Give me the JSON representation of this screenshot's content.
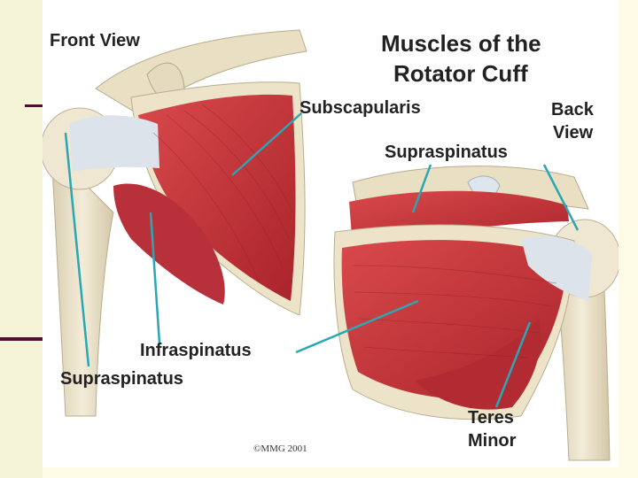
{
  "illustration": {
    "title_line1": "Muscles of the",
    "title_line2": "Rotator Cuff",
    "front_view": "Front View",
    "back_view_line1": "Back",
    "back_view_line2": "View",
    "labels": {
      "subscapularis": "Subscapularis",
      "supraspinatus_back": "Supraspinatus",
      "infraspinatus": "Infraspinatus",
      "supraspinatus_front": "Supraspinatus",
      "teres_minor_line1": "Teres",
      "teres_minor_line2": "Minor"
    },
    "copyright": "©MMG 2001"
  },
  "colors": {
    "slide_background": "#fdfbe6",
    "accent_bar": "#4a1230",
    "muscle_red": "#c8353a",
    "bone": "#ece3c8",
    "tendon": "#dde3ea",
    "leader_line": "#2aa6b5"
  }
}
